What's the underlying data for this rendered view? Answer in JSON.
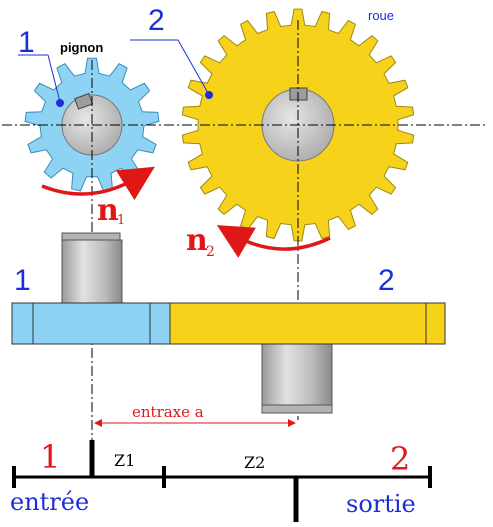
{
  "labels": {
    "pinion_number": "1",
    "pinion_name": "pignon",
    "wheel_number": "2",
    "wheel_name": "roue",
    "n1": "n",
    "n1_sub": "1",
    "n2": "n",
    "n2_sub": "2",
    "side_1": "1",
    "side_2": "2",
    "entraxe": "entraxe a",
    "z1": "Z1",
    "z2": "Z2",
    "chain_1": "1",
    "chain_2": "2",
    "entree": "entrée",
    "sortie": "sortie"
  },
  "colors": {
    "pinion": "#8fd3f4",
    "wheel": "#f7d21a",
    "shaft": "#c4c4c4",
    "blue_text": "#1c2fd6",
    "red_text": "#e01717",
    "line": "#000000"
  },
  "icons": {
    "rotation_arrow": "curved-arrow-icon",
    "leader_dot": "dot-icon"
  }
}
